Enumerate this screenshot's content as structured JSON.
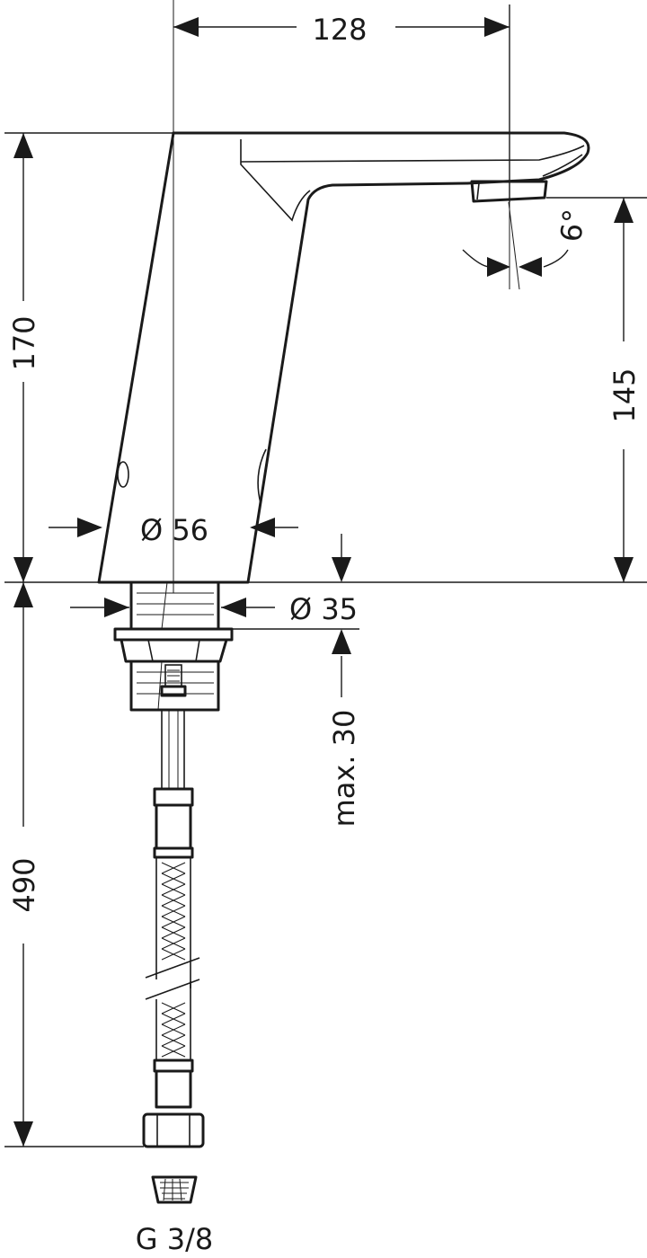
{
  "dimensions": {
    "spout_reach": "128",
    "overall_height": "170",
    "spout_height": "145",
    "spout_angle": "6°",
    "body_diameter": "Ø 56",
    "shank_diameter": "Ø 35",
    "max_counter_thickness": "max. 30",
    "hose_length": "490",
    "connection_thread": "G 3/8"
  },
  "colors": {
    "line": "#1a1a1a",
    "background": "#ffffff"
  }
}
